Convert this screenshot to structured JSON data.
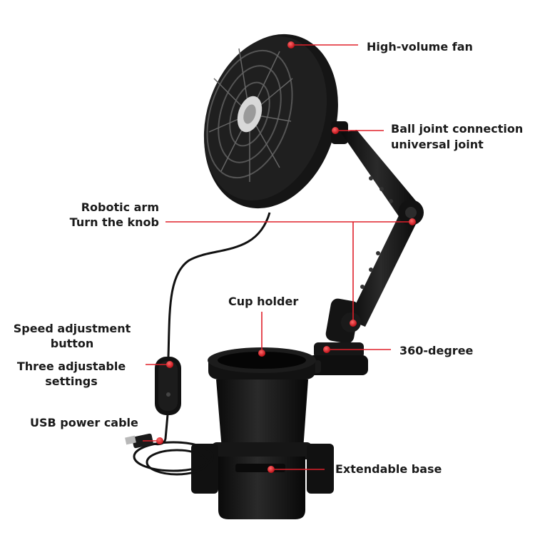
{
  "colors": {
    "accent": "#e0202a",
    "product": "#141414",
    "text": "#1a1a1a",
    "background": "#ffffff"
  },
  "labels": {
    "high_volume_fan": "High-volume fan",
    "ball_joint_line1": "Ball joint connection",
    "ball_joint_line2": "universal joint",
    "robotic_arm_line1": "Robotic arm",
    "robotic_arm_line2": "Turn the knob",
    "cup_holder": "Cup holder",
    "speed_line1": "Speed adjustment",
    "speed_line2": "button",
    "three_line1": "Three adjustable",
    "three_line2": "settings",
    "degree_360": "360-degree",
    "usb_cable": "USB power cable",
    "extendable_base": "Extendable base"
  },
  "icons": [
    "fan-icon",
    "callout-dot-icon",
    "usb-plug-icon"
  ]
}
